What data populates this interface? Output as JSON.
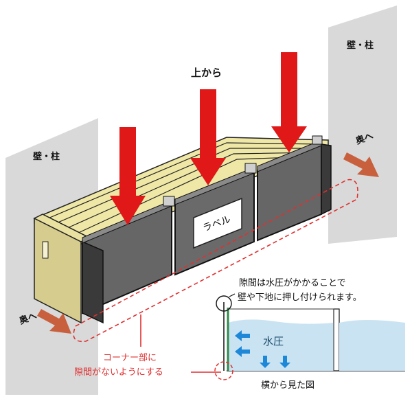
{
  "labels": {
    "top_arrow_label": "上から",
    "wall_left": "壁・柱",
    "wall_right": "壁・柱",
    "direction_right": "奥へ",
    "direction_left": "奥へ",
    "product_label": "ラベル",
    "corner_note_line1": "コーナー部に",
    "corner_note_line2": "隙間がないようにする",
    "pressure_note_line1": "隙間は水圧がかかることで",
    "pressure_note_line2": "壁や下地に押し付けられます。",
    "water_pressure": "水圧",
    "side_view_caption": "横から見た図"
  },
  "colors": {
    "arrow_red": "#e01818",
    "push_arrow": "#c8603e",
    "panel_dark": "#666666",
    "sandbag": "#efe7a6",
    "wall": "#d9d9d9",
    "water": "#c9e3f2",
    "water_arrow": "#1e88d8",
    "dashed_red": "#e03030"
  }
}
